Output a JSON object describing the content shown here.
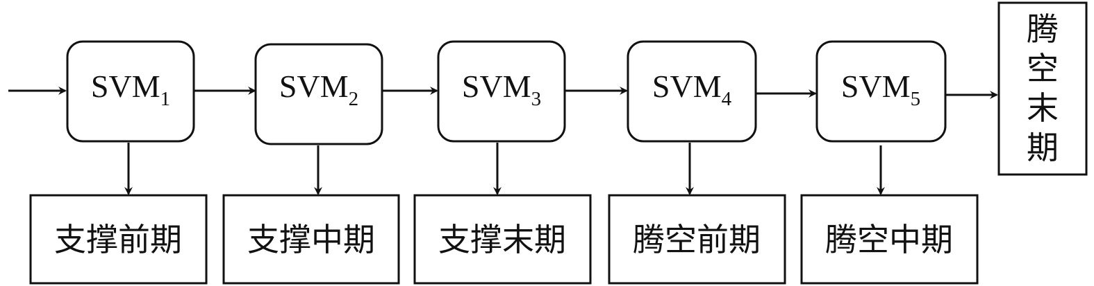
{
  "classifiers": [
    {
      "label": "SVM",
      "sub": "1"
    },
    {
      "label": "SVM",
      "sub": "2"
    },
    {
      "label": "SVM",
      "sub": "3"
    },
    {
      "label": "SVM",
      "sub": "4"
    },
    {
      "label": "SVM",
      "sub": "5"
    }
  ],
  "outputs": [
    "支撑前期",
    "支撑中期",
    "支撑末期",
    "腾空前期",
    "腾空中期"
  ],
  "final_output": {
    "text": "腾空末期",
    "chars": [
      "腾",
      "空",
      "末",
      "期"
    ]
  }
}
